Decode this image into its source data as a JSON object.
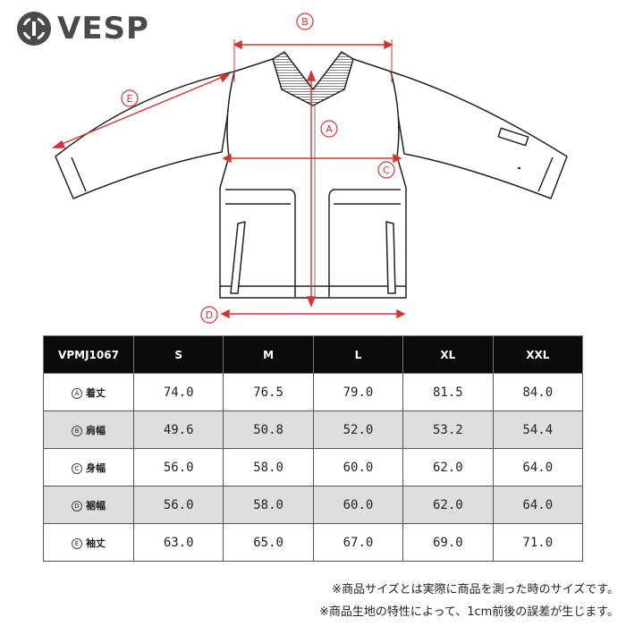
{
  "brand": {
    "name": "VESP"
  },
  "diagram": {
    "labels": {
      "a": "A",
      "b": "B",
      "c": "C",
      "d": "D",
      "e": "E"
    }
  },
  "table": {
    "model": "VPMJ1067",
    "sizes": [
      "S",
      "M",
      "L",
      "XL",
      "XXL"
    ],
    "rows": [
      {
        "letter": "A",
        "name": "着丈",
        "values": [
          "74.0",
          "76.5",
          "79.0",
          "81.5",
          "84.0"
        ]
      },
      {
        "letter": "B",
        "name": "肩幅",
        "values": [
          "49.6",
          "50.8",
          "52.0",
          "53.2",
          "54.4"
        ]
      },
      {
        "letter": "C",
        "name": "身幅",
        "values": [
          "56.0",
          "58.0",
          "60.0",
          "62.0",
          "64.0"
        ]
      },
      {
        "letter": "D",
        "name": "裾幅",
        "values": [
          "56.0",
          "58.0",
          "60.0",
          "62.0",
          "64.0"
        ]
      },
      {
        "letter": "E",
        "name": "袖丈",
        "values": [
          "63.0",
          "65.0",
          "67.0",
          "69.0",
          "71.0"
        ]
      }
    ]
  },
  "notes": [
    "※商品サイズとは実際に商品を測った時のサイズです。",
    "※商品生地の特性によって、1cm前後の誤差が生じます。"
  ],
  "colors": {
    "accent": "#d8322e",
    "header": "#0b0b0b",
    "alt_row": "#dedede"
  }
}
